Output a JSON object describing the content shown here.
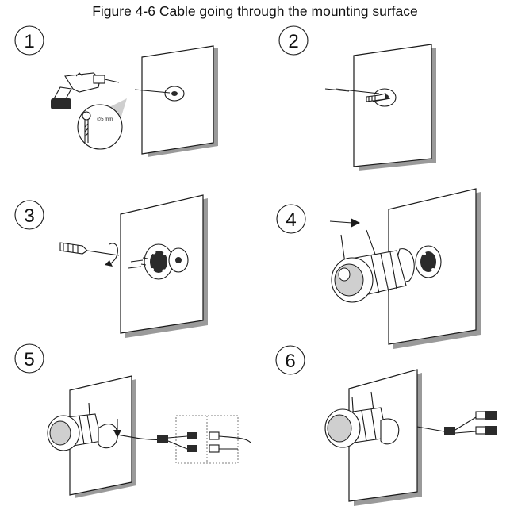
{
  "figure": {
    "title": "Figure 4-6 Cable going through the mounting surface"
  },
  "steps": [
    {
      "number": "1"
    },
    {
      "number": "2"
    },
    {
      "number": "3"
    },
    {
      "number": "4"
    },
    {
      "number": "5"
    },
    {
      "number": "6"
    }
  ],
  "annotations": {
    "drill_bit_size": "∅5 mm"
  }
}
